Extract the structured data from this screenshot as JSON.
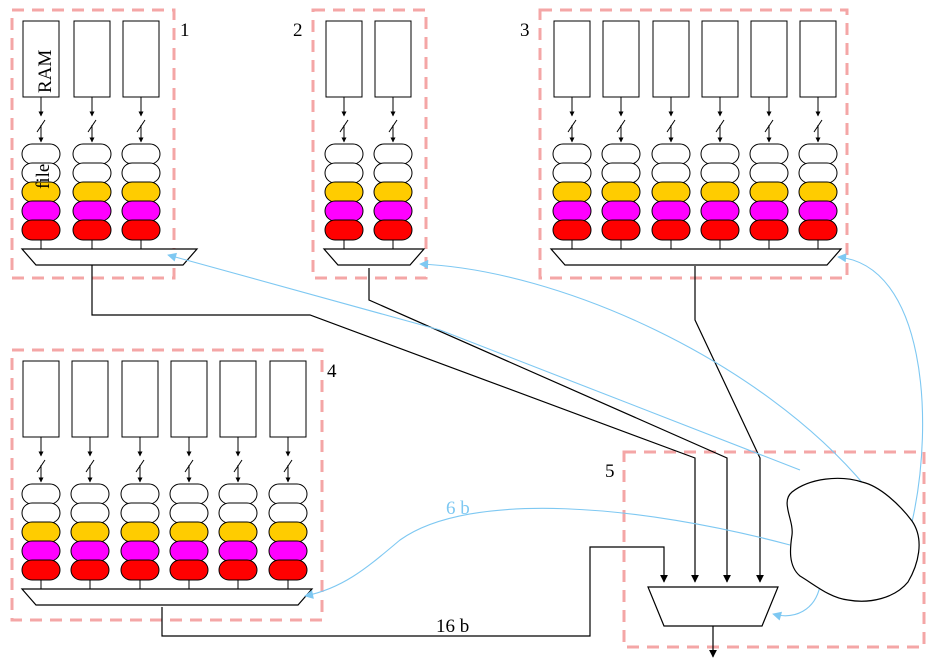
{
  "groups": [
    {
      "label": "1",
      "columns": 3
    },
    {
      "label": "2",
      "columns": 2
    },
    {
      "label": "3",
      "columns": 6
    },
    {
      "label": "4",
      "columns": 6
    },
    {
      "label": "5"
    }
  ],
  "labels": {
    "ram": "RAM",
    "file": "file",
    "bits_control": "6 b",
    "bits_bus": "16 b"
  },
  "colors": {
    "dashed_border": "#f4a6a6",
    "stripe_white": "#ffffff",
    "stripe_yellow": "#ffcc00",
    "stripe_magenta": "#ff00ff",
    "stripe_red": "#ff0000",
    "control_line": "#7ec8f2",
    "data_line": "#000000"
  },
  "icons": {
    "controller": "blob-shape-icon",
    "multiplexer": "trapezoid-mux-icon"
  }
}
